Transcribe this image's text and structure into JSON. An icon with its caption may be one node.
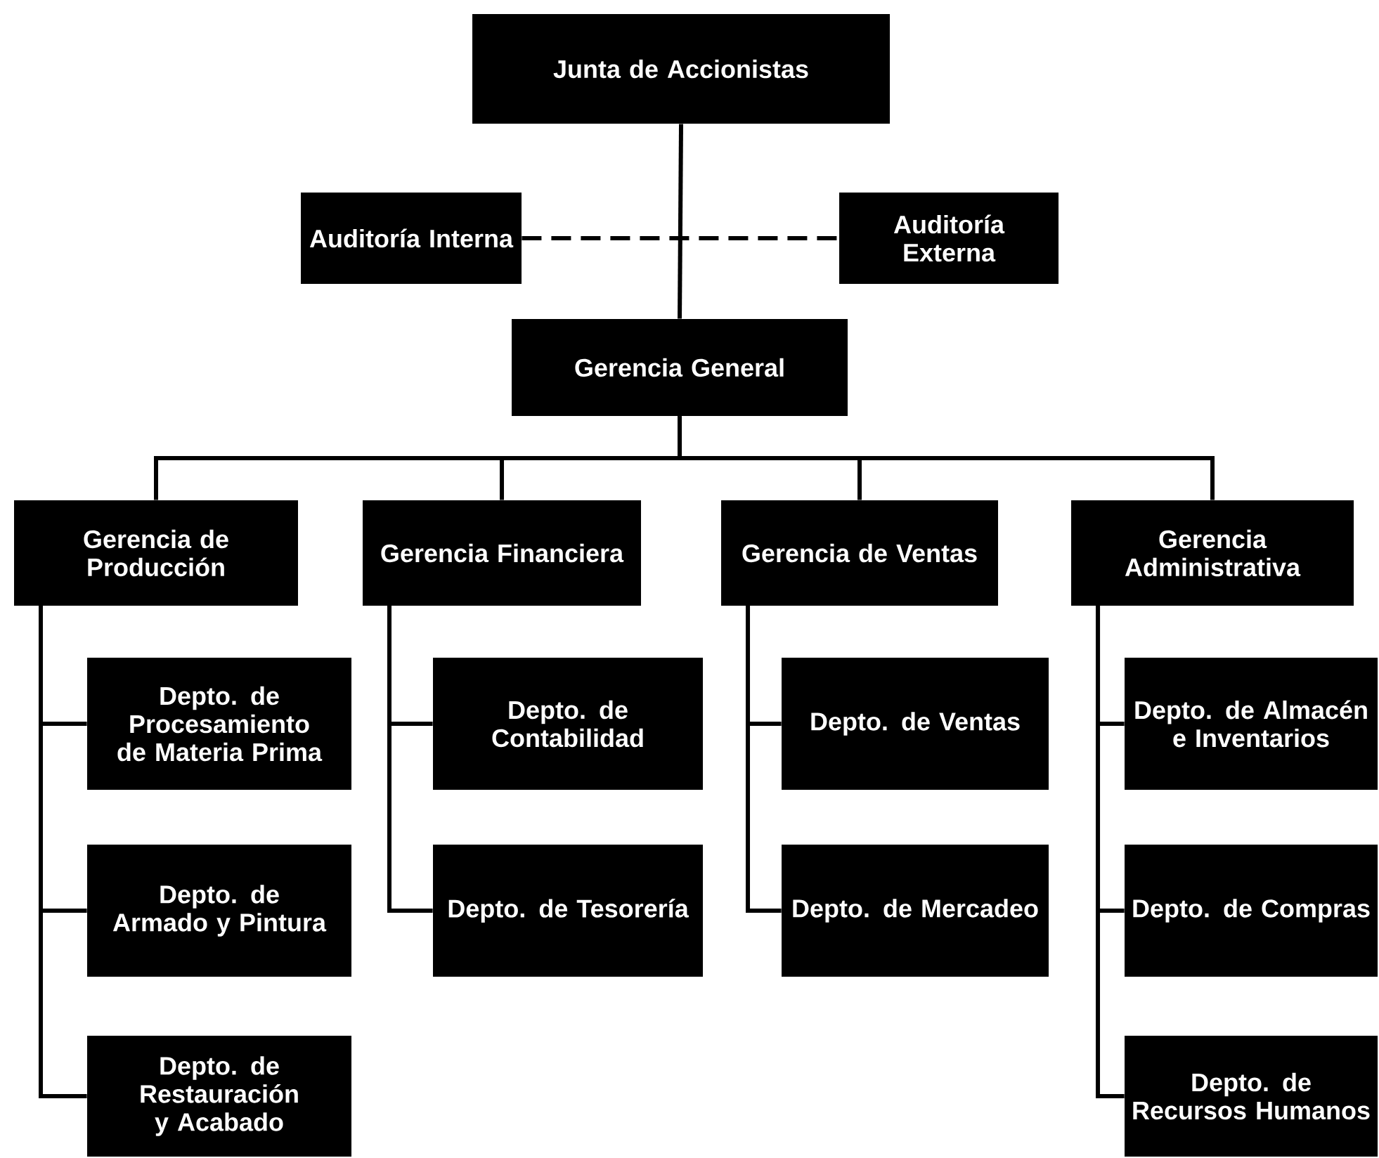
{
  "diagram": {
    "nodes": [
      {
        "text": [
          "Junta de Accionistas"
        ]
      },
      {
        "text": [
          "Auditoría Interna"
        ]
      },
      {
        "text": [
          "Auditoría Externa"
        ]
      },
      {
        "text": [
          "Gerencia General"
        ]
      },
      {
        "text": [
          "Gerencia de Producción"
        ]
      },
      {
        "text": [
          "Gerencia Financiera"
        ]
      },
      {
        "text": [
          "Gerencia de Ventas"
        ]
      },
      {
        "text": [
          "Gerencia Administrativa"
        ]
      },
      {
        "text": [
          "Depto. de Procesamiento de Materia Prima"
        ]
      },
      {
        "text": [
          "Depto. de Armado y Pintura"
        ]
      },
      {
        "text": [
          "Depto. de Restauración y Acabado"
        ]
      },
      {
        "text": [
          "Depto. de Contabilidad"
        ]
      },
      {
        "text": [
          "Depto. de Tesorería"
        ]
      },
      {
        "text": [
          "Depto. de Ventas"
        ]
      },
      {
        "text": [
          "Depto. de Mercadeo"
        ]
      },
      {
        "text": [
          "Depto. de Almacén e Inventarios"
        ]
      },
      {
        "text": [
          "Depto. de Compras"
        ]
      },
      {
        "text": [
          "Depto. de Recursos Humanos"
        ]
      }
    ],
    "edges": [
      {
        "from": 0,
        "to": 3,
        "arrow": "none"
      },
      {
        "from": 1,
        "to": 2,
        "arrow": "none",
        "style": "dashed"
      },
      {
        "from": 3,
        "to": 4,
        "arrow": "none"
      },
      {
        "from": 3,
        "to": 5,
        "arrow": "none"
      },
      {
        "from": 3,
        "to": 6,
        "arrow": "none"
      },
      {
        "from": 3,
        "to": 7,
        "arrow": "none"
      },
      {
        "from": 4,
        "to": 8,
        "arrow": "none"
      },
      {
        "from": 4,
        "to": 9,
        "arrow": "none"
      },
      {
        "from": 4,
        "to": 10,
        "arrow": "none"
      },
      {
        "from": 5,
        "to": 11,
        "arrow": "none"
      },
      {
        "from": 5,
        "to": 12,
        "arrow": "none"
      },
      {
        "from": 6,
        "to": 13,
        "arrow": "none"
      },
      {
        "from": 6,
        "to": 14,
        "arrow": "none"
      },
      {
        "from": 7,
        "to": 15,
        "arrow": "none"
      },
      {
        "from": 7,
        "to": 16,
        "arrow": "none"
      },
      {
        "from": 7,
        "to": 17,
        "arrow": "none"
      }
    ]
  }
}
